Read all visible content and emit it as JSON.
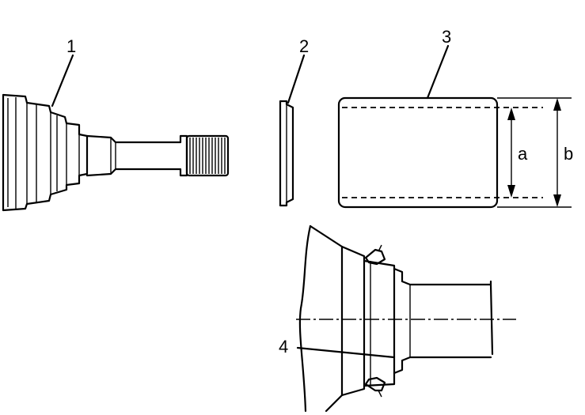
{
  "labels": {
    "part1": "1",
    "part2": "2",
    "part3": "3",
    "part4": "4",
    "dim_a": "a",
    "dim_b": "b"
  }
}
